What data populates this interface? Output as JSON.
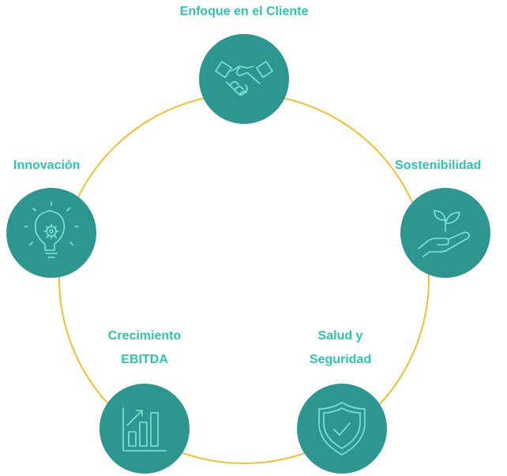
{
  "colors": {
    "ring": "#f2c12e",
    "node_fill": "#2e9690",
    "icon_stroke": "#7fe6d6",
    "label_text": "#2ec4b2"
  },
  "nodes": [
    {
      "label": "Enfoque en el Cliente",
      "icon": "handshake-icon"
    },
    {
      "label": "Sostenibilidad",
      "icon": "plant-in-hand-icon"
    },
    {
      "label_lines": [
        "Salud y",
        "Seguridad"
      ],
      "icon": "shield-check-icon"
    },
    {
      "label_lines": [
        "Crecimiento",
        "EBITDA"
      ],
      "icon": "bar-chart-growth-icon"
    },
    {
      "label": "Innovación",
      "icon": "lightbulb-gear-icon"
    }
  ]
}
